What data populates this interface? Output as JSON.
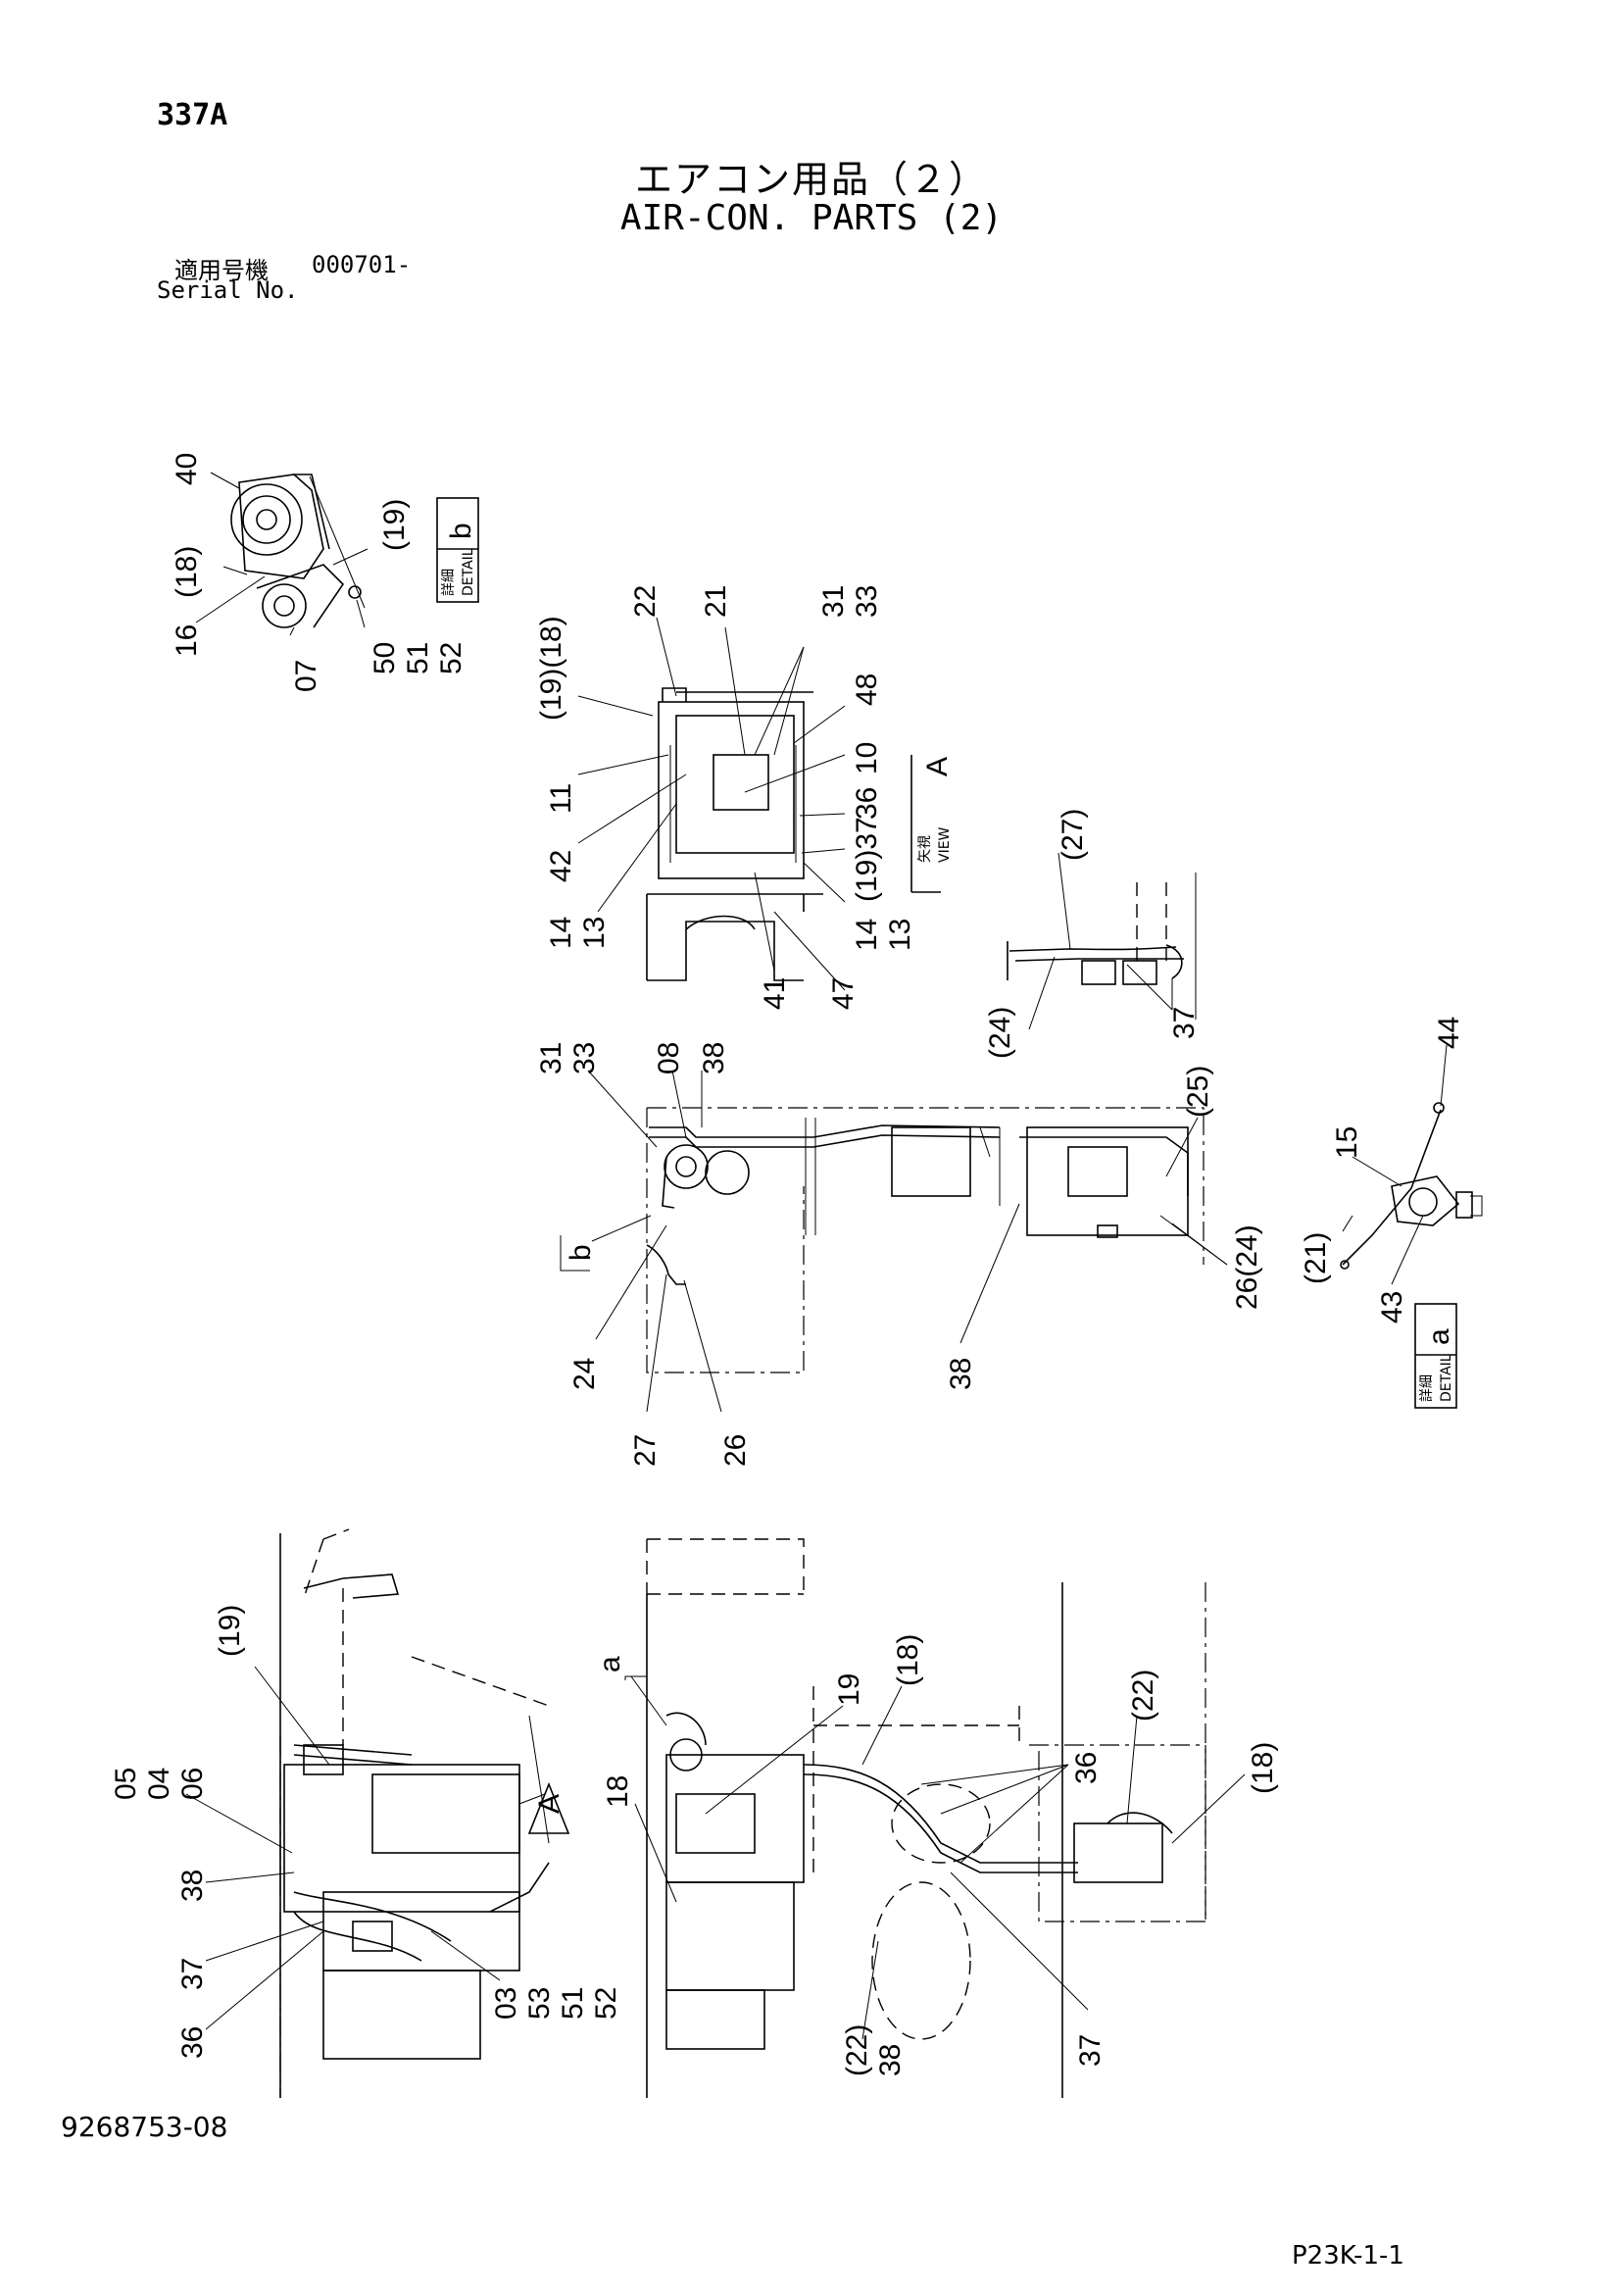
{
  "header": {
    "page_number": "337A",
    "title_jp": "エアコン用品（２）",
    "title_en": "AIR-CON. PARTS (2)",
    "serial_label_jp": "適用号機",
    "serial_value": "000701-",
    "serial_label_en": "Serial No."
  },
  "footer": {
    "doc_number": "9268753-08",
    "page_ref": "P23K-1-1"
  },
  "detail_boxes": {
    "b": {
      "jp": "詳細",
      "en": "DETAIL",
      "letter": "b"
    },
    "a": {
      "jp": "詳細",
      "en": "DETAIL",
      "letter": "a"
    },
    "view_a": {
      "jp": "矢視",
      "en": "VIEW",
      "letter": "A"
    }
  },
  "callouts": {
    "detail_b": [
      "40",
      "(18)",
      "16",
      "07",
      "(19)",
      "50",
      "51",
      "52"
    ],
    "top_view": [
      "22",
      "21",
      "31",
      "33",
      "(19)(18)",
      "48",
      "10",
      "11",
      "42",
      "14",
      "13",
      "36",
      "(19)37",
      "14",
      "13",
      "41",
      "47"
    ],
    "view_a": [
      "(27)",
      "(24)",
      "37"
    ],
    "middle": [
      "31",
      "33",
      "08",
      "38",
      "b",
      "24",
      "27",
      "26",
      "38",
      "(25)",
      "26(24)"
    ],
    "detail_a": [
      "44",
      "15",
      "(21)",
      "43"
    ],
    "bottom_left": [
      "(19)",
      "05",
      "04",
      "06",
      "38",
      "37",
      "36",
      "03",
      "53",
      "51",
      "52",
      "A"
    ],
    "bottom_right": [
      "a",
      "19",
      "(18)",
      "18",
      "36",
      "(22)",
      "(18)",
      "(22)",
      "38",
      "37"
    ]
  }
}
